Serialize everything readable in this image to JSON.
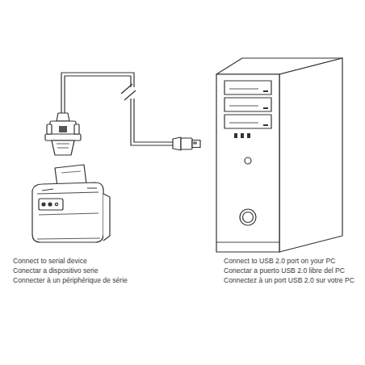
{
  "diagram": {
    "labels": [
      "Connect to serial device",
      "Conectar a dispositivo serie",
      "Connecter à un périphérique de série",
      "Connect to USB 2.0 port on your PC",
      "Conectar a puerto USB 2.0 libre del PC",
      "Connectez à un port USB 2.0 sur votre PC"
    ]
  }
}
